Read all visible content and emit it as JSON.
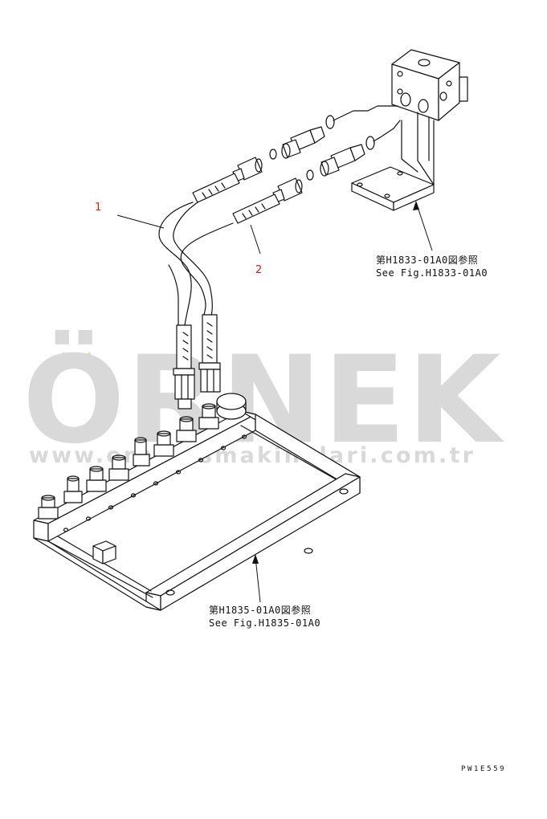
{
  "callouts": {
    "part1": "1",
    "part2": "2"
  },
  "references": {
    "upper_jp": "第H1833-01A0図参照",
    "upper_en": "See Fig.H1833-01A0",
    "lower_jp": "第H1835-01A0図参照",
    "lower_en": "See Fig.H1835-01A0"
  },
  "drawing_code": "PW1E559",
  "watermark": {
    "brand": "ÖRNEK",
    "url": "www.ornekismakinalari.com.tr",
    "color": "#d9d9d9",
    "accent_color": "#f2dca0"
  },
  "colors": {
    "callout": "#d02020",
    "line": "#111111"
  }
}
